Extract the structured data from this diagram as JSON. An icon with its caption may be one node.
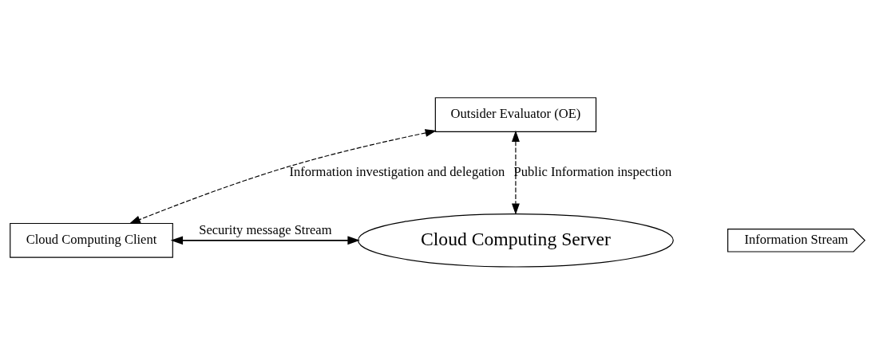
{
  "diagram": {
    "nodes": [
      {
        "text": [
          "Outsider Evaluator (OE)"
        ]
      },
      {
        "text": [
          "Cloud Computing Client"
        ]
      },
      {
        "text": [
          "Cloud Computing Server"
        ]
      },
      {
        "text": [
          "Information Stream"
        ]
      }
    ],
    "edges": [
      {
        "from": 0,
        "to": 1,
        "arrow": "both",
        "style": "dashed",
        "label": "Information investigation and delegation"
      },
      {
        "from": 0,
        "to": 2,
        "arrow": "both",
        "style": "dashed",
        "label": "Public Information inspection"
      },
      {
        "from": 1,
        "to": 2,
        "arrow": "both",
        "label": "Security message Stream"
      }
    ]
  }
}
